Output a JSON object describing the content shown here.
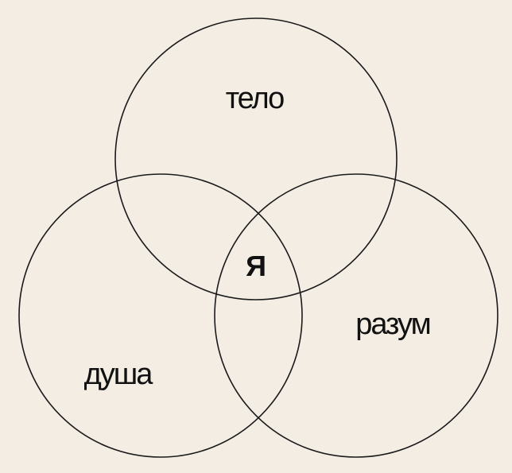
{
  "diagram": {
    "type": "venn",
    "sets": [
      {
        "id": "top",
        "label": "тело"
      },
      {
        "id": "left",
        "label": "душа"
      },
      {
        "id": "right",
        "label": "разум"
      }
    ],
    "intersection_label": "Я",
    "colors": {
      "background": "#f3ede4",
      "stroke": "#1a1a1a",
      "text": "#111111"
    }
  }
}
